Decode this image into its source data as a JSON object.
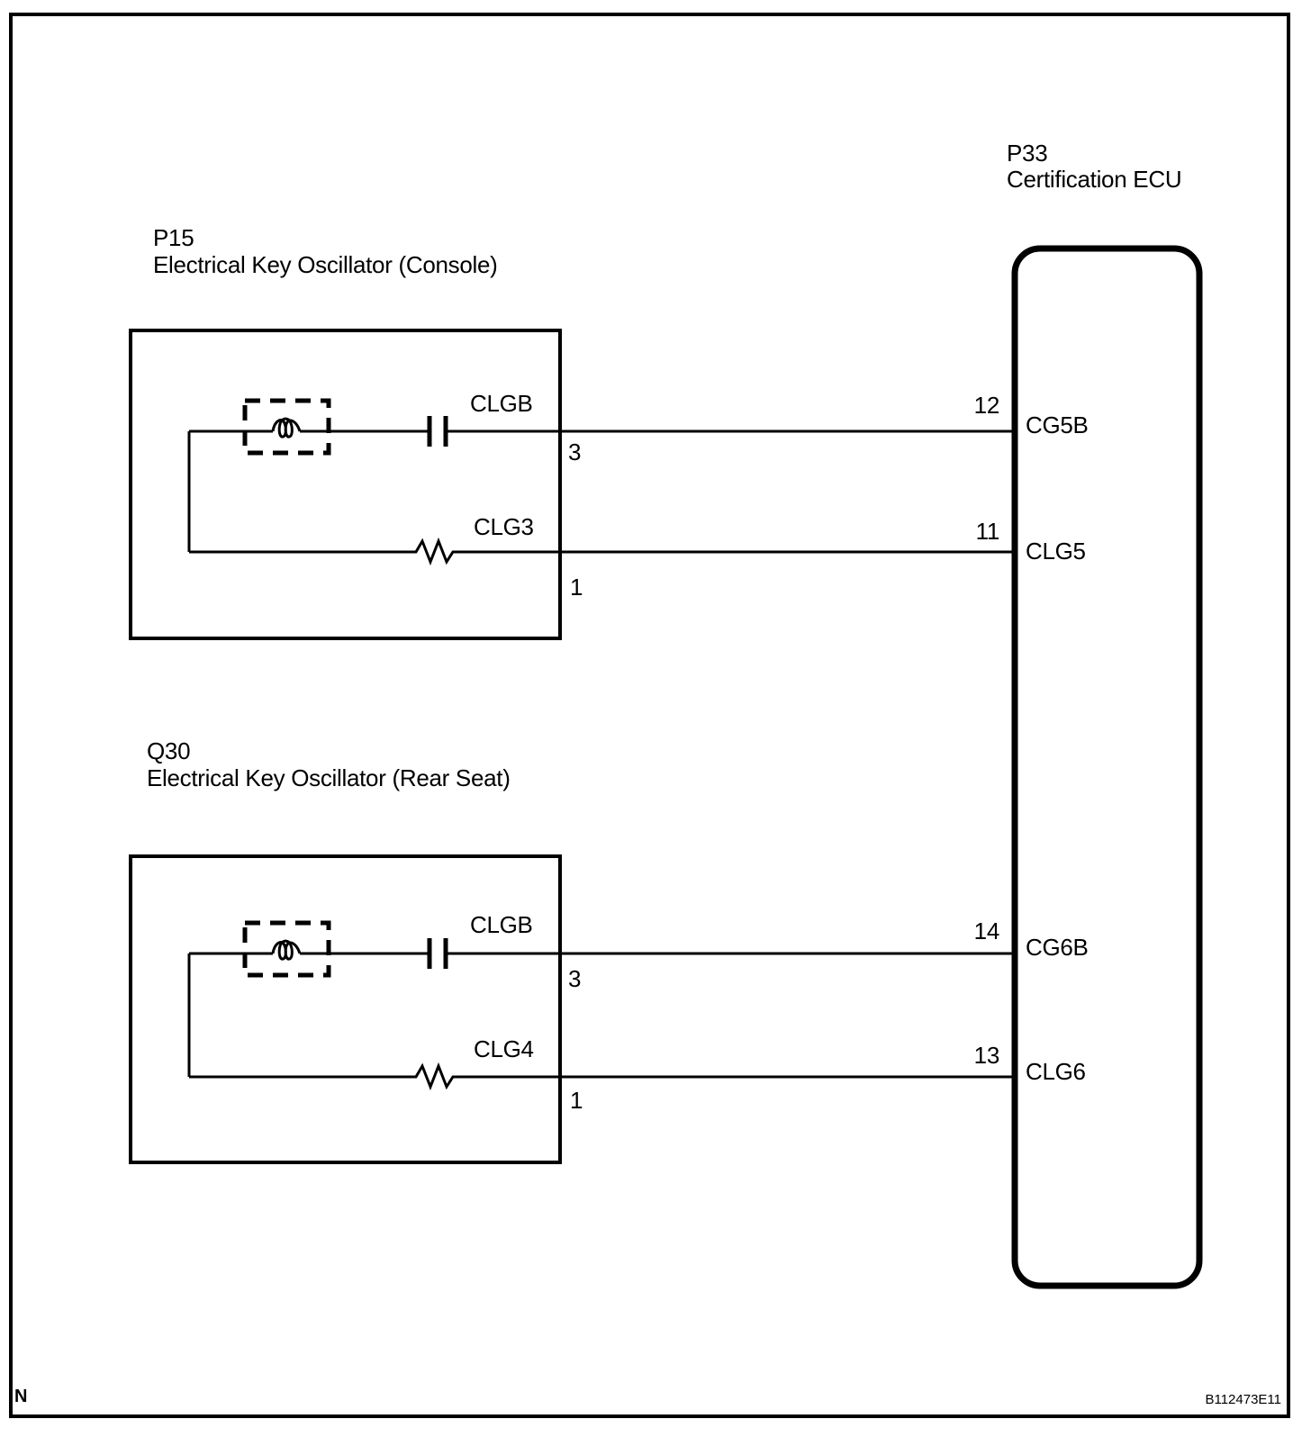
{
  "diagram": {
    "title_colors": {
      "line": "#000000",
      "background": "#ffffff"
    },
    "ecu": {
      "code": "P33",
      "name": "Certification ECU"
    },
    "oscillators": [
      {
        "code": "P15",
        "name": "Electrical Key Oscillator (Console)"
      },
      {
        "code": "Q30",
        "name": "Electrical Key Oscillator (Rear Seat)"
      }
    ],
    "connections": [
      {
        "wire_label": "CLGB",
        "osc_terminal": "3",
        "ecu_terminal": "12",
        "ecu_pin_label": "CG5B",
        "components": [
          "inductor",
          "capacitor"
        ]
      },
      {
        "wire_label": "CLG3",
        "osc_terminal": "1",
        "ecu_terminal": "11",
        "ecu_pin_label": "CLG5",
        "components": [
          "resistor"
        ]
      },
      {
        "wire_label": "CLGB",
        "osc_terminal": "3",
        "ecu_terminal": "14",
        "ecu_pin_label": "CG6B",
        "components": [
          "inductor",
          "capacitor"
        ]
      },
      {
        "wire_label": "CLG4",
        "osc_terminal": "1",
        "ecu_terminal": "13",
        "ecu_pin_label": "CLG6",
        "components": [
          "resistor"
        ]
      }
    ],
    "footer": {
      "page_marker": "N",
      "figure_code": "B112473E11"
    }
  }
}
